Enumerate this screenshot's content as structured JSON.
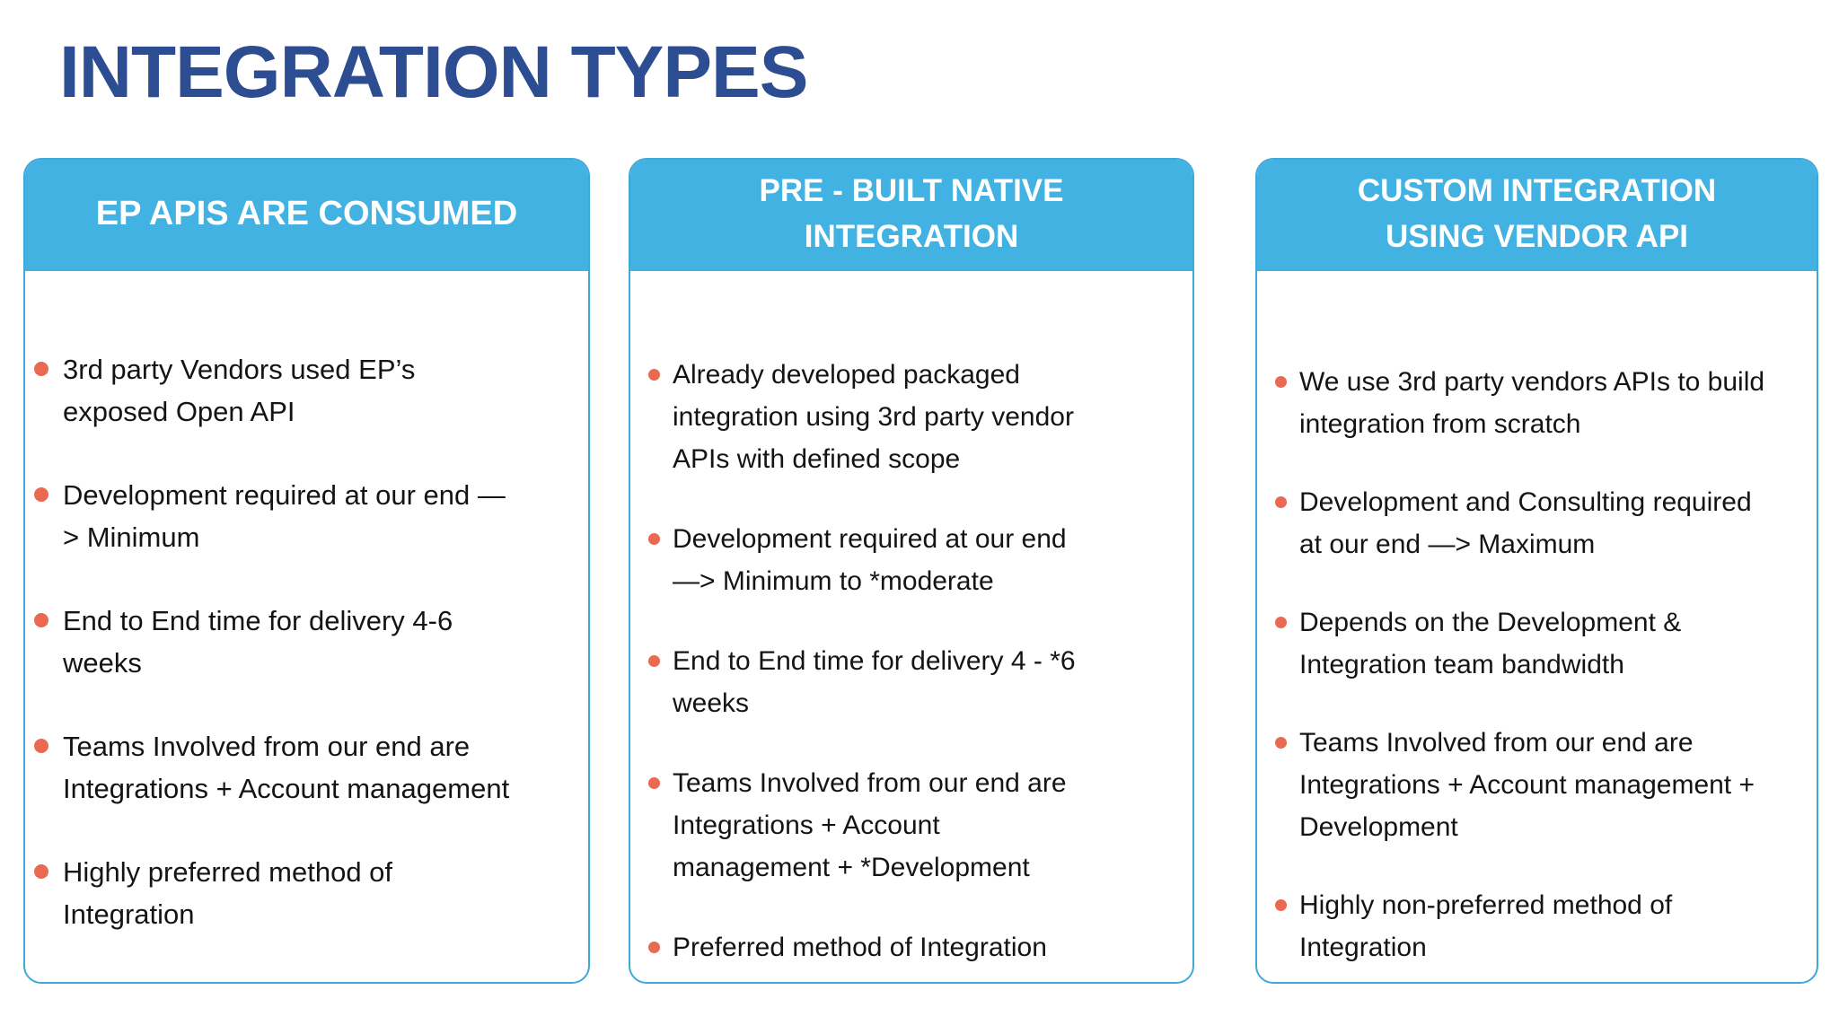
{
  "slide": {
    "title": "INTEGRATION TYPES"
  },
  "colors": {
    "title_blue": "#2C4D92",
    "header_blue": "#41B2E1",
    "card_border_blue": "#3FA8DA",
    "bullet_dot_coral": "#E96A50",
    "header_text": "#FFFFFF",
    "body_text": "#141414"
  },
  "cards": [
    {
      "header": "EP APIS ARE CONSUMED",
      "bullets": [
        "3rd party Vendors used EP’s exposed Open API",
        "Development required at our end —> Minimum",
        "End to End time for delivery 4-6 weeks",
        "Teams Involved from our end are Integrations + Account management",
        "Highly preferred method of Integration"
      ]
    },
    {
      "header": "PRE - BUILT NATIVE\nINTEGRATION",
      "bullets": [
        "Already developed packaged integration using 3rd party vendor APIs with defined scope",
        "Development required at our end —> Minimum to *moderate",
        "End to End time for delivery 4 - *6 weeks",
        "Teams Involved from our end are Integrations + Account management + *Development",
        "Preferred method of Integration"
      ]
    },
    {
      "header": "CUSTOM INTEGRATION\nUSING VENDOR API",
      "bullets": [
        "We use 3rd party vendors APIs to build integration from scratch",
        "Development and Consulting required at our end —> Maximum",
        "Depends on the Development & Integration team bandwidth",
        "Teams Involved from our end are Integrations + Account management + Development",
        "Highly non-preferred method of Integration"
      ]
    }
  ]
}
